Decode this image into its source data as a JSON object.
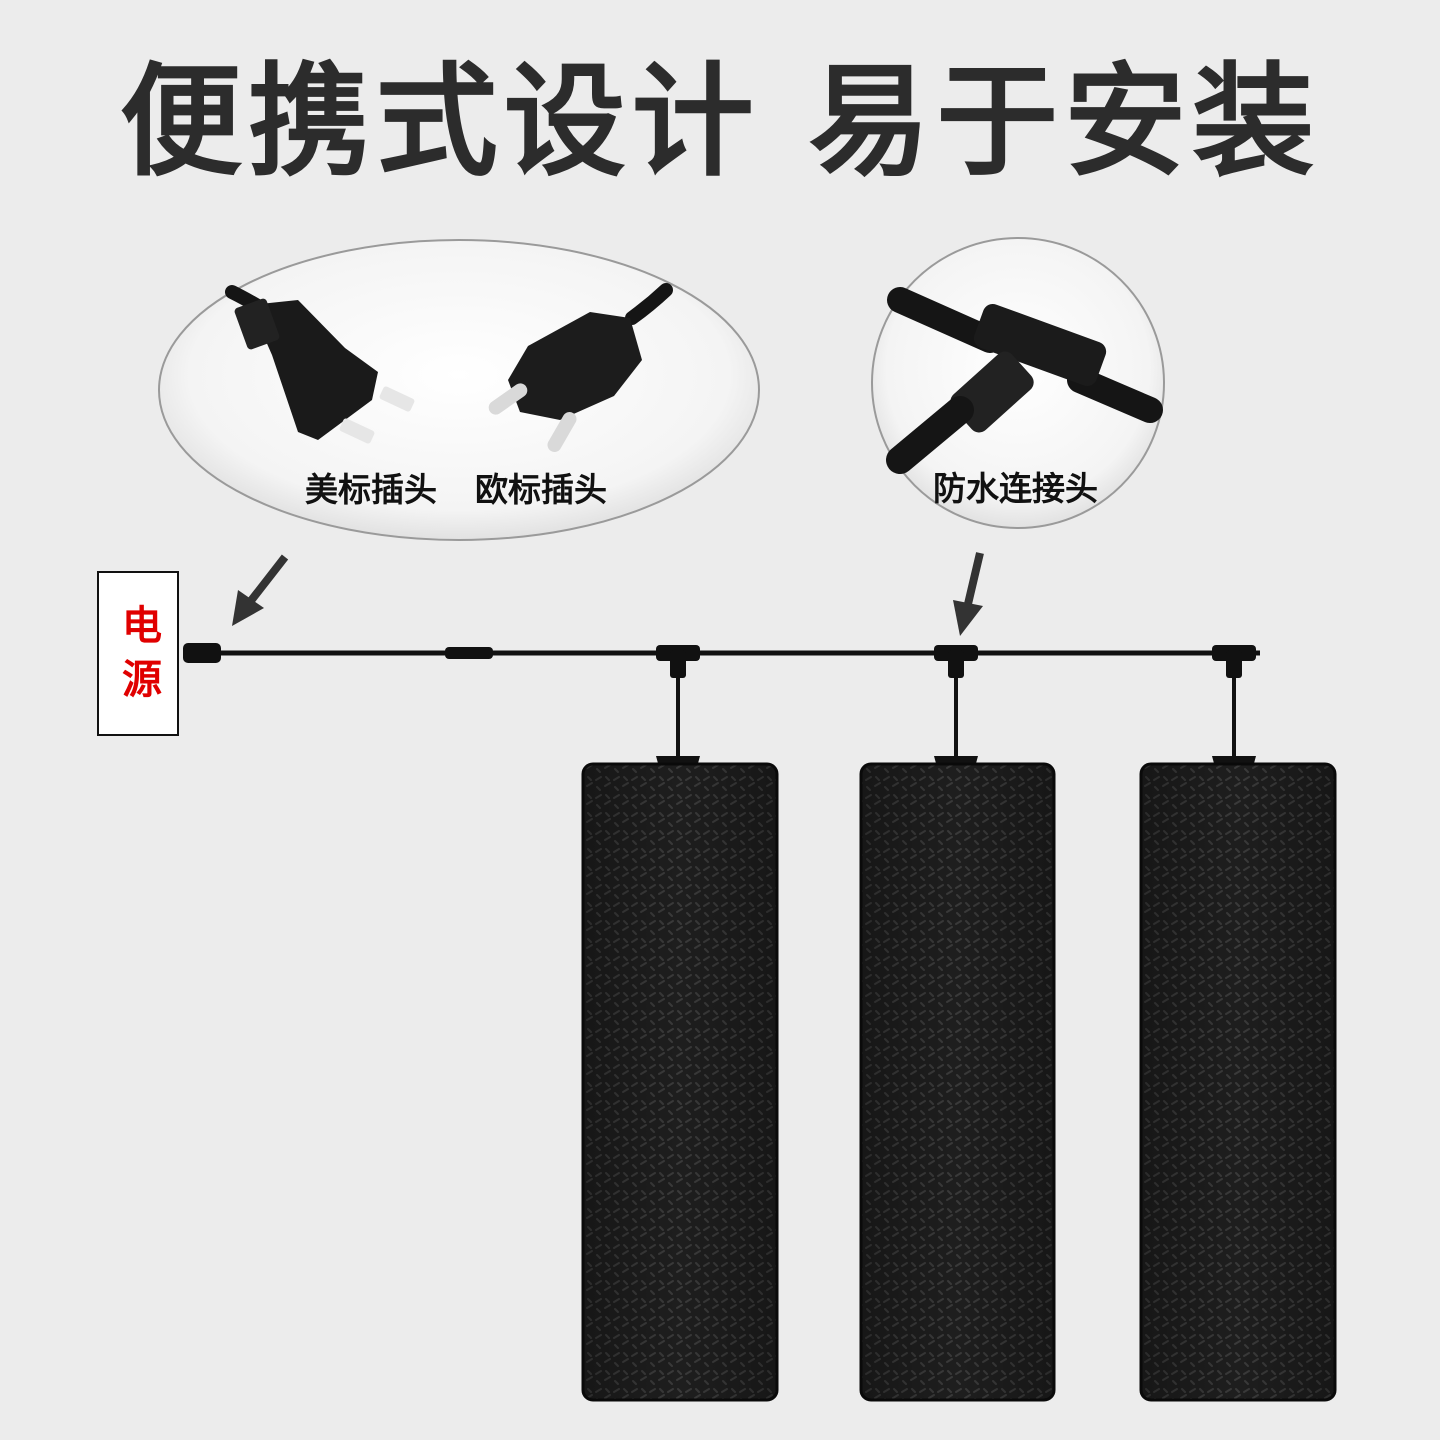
{
  "title": "便携式设计 易于安装",
  "plugs": {
    "us_label": "美标插头",
    "eu_label": "欧标插头"
  },
  "connector": {
    "label": "防水连接头"
  },
  "power": {
    "label": "电源"
  },
  "colors": {
    "background": "#ececec",
    "title": "#2c2c2c",
    "power_text": "#e00000",
    "mat": "#1c1c1c",
    "cable": "#111111"
  }
}
